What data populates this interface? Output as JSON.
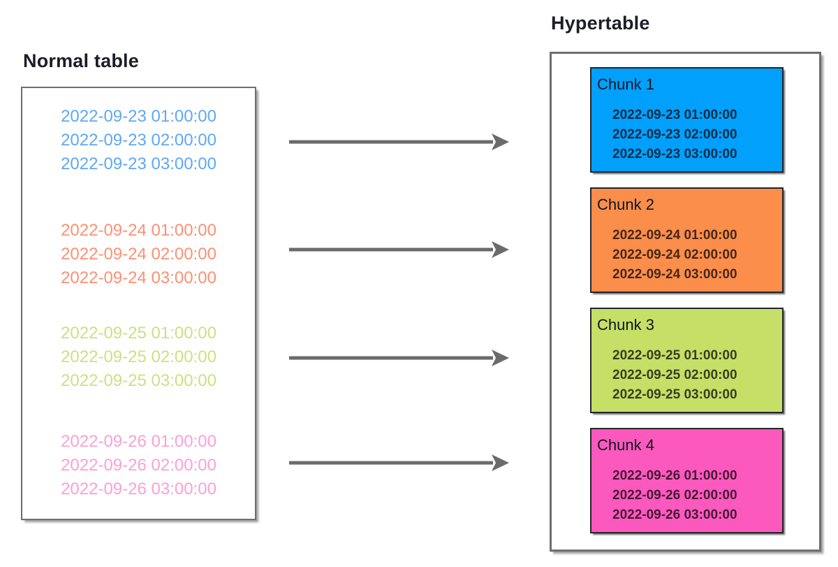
{
  "normal_table": {
    "title": "Normal table",
    "groups": [
      {
        "name": "day-2022-09-23",
        "text_color": "#5fa8f4",
        "rows": [
          "2022-09-23 01:00:00",
          "2022-09-23 02:00:00",
          "2022-09-23 03:00:00"
        ]
      },
      {
        "name": "day-2022-09-24",
        "text_color": "#fb9175",
        "rows": [
          "2022-09-24 01:00:00",
          "2022-09-24 02:00:00",
          "2022-09-24 03:00:00"
        ]
      },
      {
        "name": "day-2022-09-25",
        "text_color": "#cbe183",
        "rows": [
          "2022-09-25 01:00:00",
          "2022-09-25 02:00:00",
          "2022-09-25 03:00:00"
        ]
      },
      {
        "name": "day-2022-09-26",
        "text_color": "#fda0d4",
        "rows": [
          "2022-09-26 01:00:00",
          "2022-09-26 02:00:00",
          "2022-09-26 03:00:00"
        ]
      }
    ]
  },
  "hypertable": {
    "title": "Hypertable",
    "chunks": [
      {
        "label": "Chunk 1",
        "color": "#01a0fc",
        "rows": [
          "2022-09-23 01:00:00",
          "2022-09-23 02:00:00",
          "2022-09-23 03:00:00"
        ]
      },
      {
        "label": "Chunk 2",
        "color": "#fb8e4b",
        "rows": [
          "2022-09-24 01:00:00",
          "2022-09-24 02:00:00",
          "2022-09-24 03:00:00"
        ]
      },
      {
        "label": "Chunk 3",
        "color": "#c6df67",
        "rows": [
          "2022-09-25 01:00:00",
          "2022-09-25 02:00:00",
          "2022-09-25 03:00:00"
        ]
      },
      {
        "label": "Chunk 4",
        "color": "#fc59be",
        "rows": [
          "2022-09-26 01:00:00",
          "2022-09-26 02:00:00",
          "2022-09-26 03:00:00"
        ]
      }
    ]
  },
  "style": {
    "arrow_color": "#6b6b6b",
    "box_border_gray": "#6e6e6e"
  }
}
